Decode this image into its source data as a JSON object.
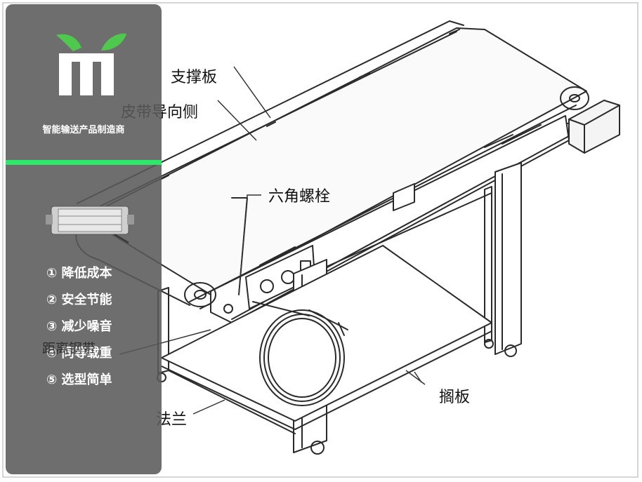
{
  "callouts": {
    "support_plate": "支撑板",
    "belt_guide_side": "皮带导向侧",
    "hex_bolt": "六角螺栓",
    "shelf": "搁板",
    "flange": "法兰",
    "distance_behind": "距离钢带"
  },
  "sidebar": {
    "brand_text": "智能输送产品制造商",
    "accent_color": "#2ee86a",
    "logo_icon": "leaf-logo-icon",
    "features": [
      "① 降低成本",
      "② 安全节能",
      "③ 减少噪音",
      "④ 同等载重",
      "⑤ 选型简单"
    ]
  }
}
